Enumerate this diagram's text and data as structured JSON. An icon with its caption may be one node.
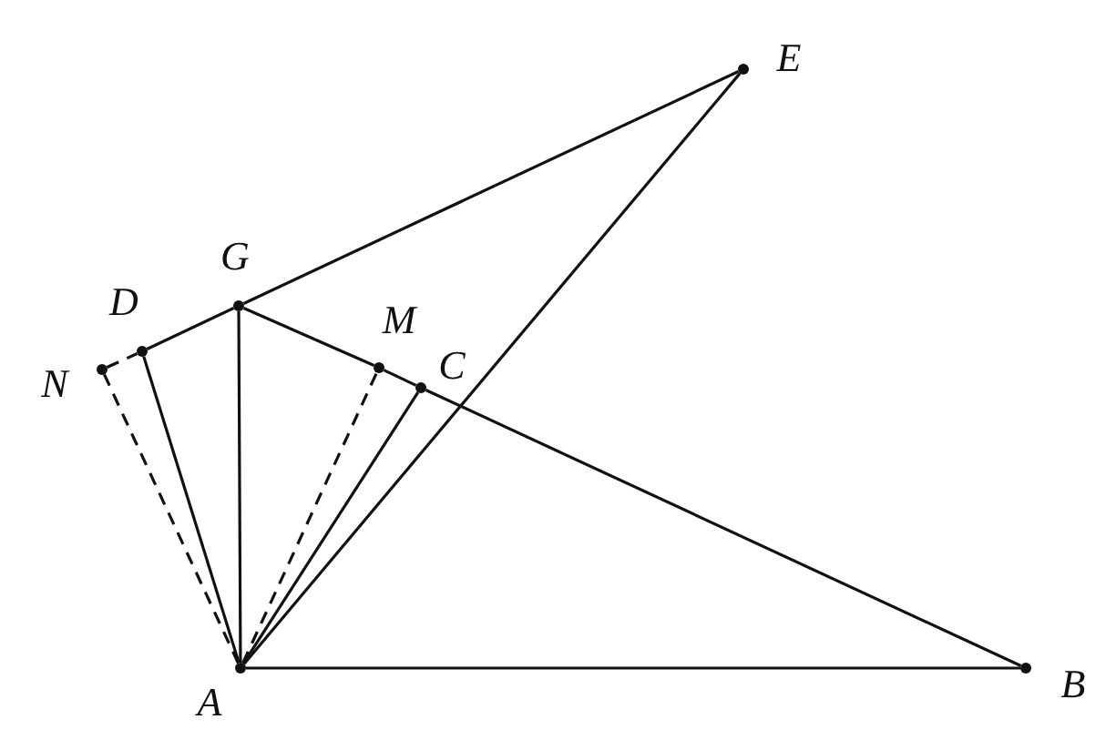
{
  "diagram": {
    "nodes": [
      {
        "text": [
          "E"
        ]
      },
      {
        "text": [
          "G"
        ]
      },
      {
        "text": [
          "D"
        ]
      },
      {
        "text": [
          "M"
        ]
      },
      {
        "text": [
          "N"
        ]
      },
      {
        "text": [
          "C"
        ]
      },
      {
        "text": [
          "A"
        ]
      },
      {
        "text": [
          "B"
        ]
      }
    ],
    "edges": [
      {
        "from": 2,
        "to": 1,
        "arrow": "none"
      },
      {
        "from": 1,
        "to": 0,
        "arrow": "none"
      },
      {
        "from": 1,
        "to": 3,
        "arrow": "none"
      },
      {
        "from": 3,
        "to": 5,
        "arrow": "none"
      },
      {
        "from": 5,
        "to": 7,
        "arrow": "none"
      },
      {
        "from": 6,
        "to": 7,
        "arrow": "none"
      },
      {
        "from": 6,
        "to": 0,
        "arrow": "none"
      },
      {
        "from": 6,
        "to": 1,
        "arrow": "none"
      },
      {
        "from": 6,
        "to": 2,
        "arrow": "none"
      },
      {
        "from": 6,
        "to": 5,
        "arrow": "none"
      },
      {
        "from": 6,
        "to": 4,
        "arrow": "none",
        "style": "dashed"
      },
      {
        "from": 6,
        "to": 3,
        "arrow": "none",
        "style": "dashed"
      },
      {
        "from": 4,
        "to": 2,
        "arrow": "none",
        "style": "dashed"
      }
    ]
  }
}
